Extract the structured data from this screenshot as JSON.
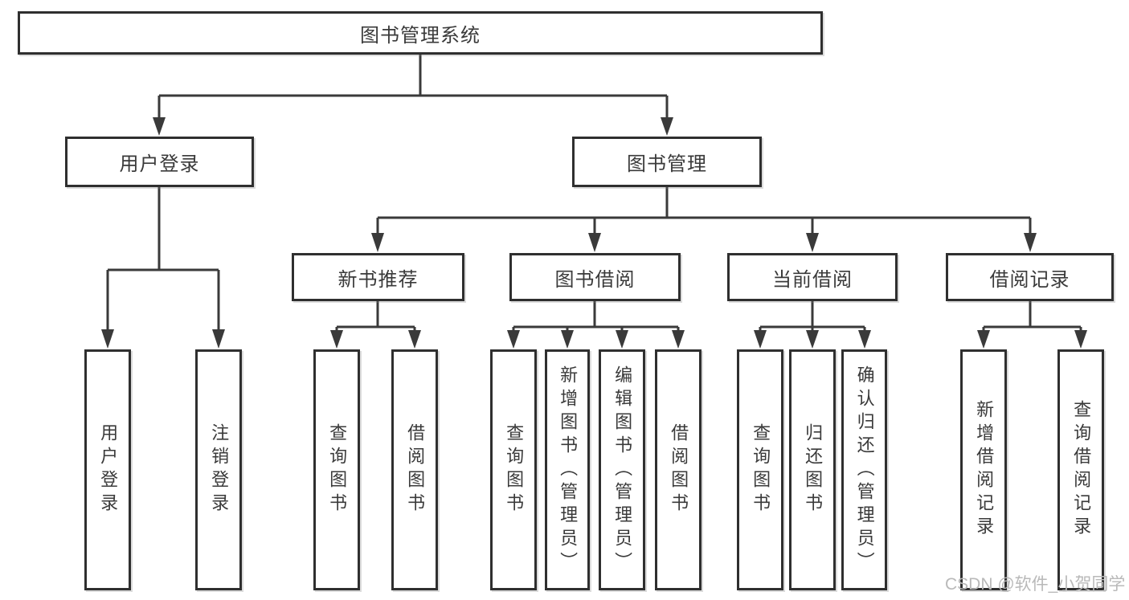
{
  "colors": {
    "line": "#3a3a3a",
    "box_border": "#2f2f2f",
    "text": "#3a3a3a",
    "watermark": "#b9b9b9",
    "background": "#ffffff"
  },
  "watermark": {
    "text": "CSDN @软件_小贺同学"
  },
  "tree": {
    "root": {
      "label": "图书管理系统"
    },
    "branches": [
      {
        "label": "用户登录",
        "children": [
          {
            "label": "用户登录"
          },
          {
            "label": "注销登录"
          }
        ]
      },
      {
        "label": "图书管理",
        "children": [
          {
            "label": "新书推荐",
            "children": [
              {
                "label": "查询图书"
              },
              {
                "label": "借阅图书"
              }
            ]
          },
          {
            "label": "图书借阅",
            "children": [
              {
                "label": "查询图书"
              },
              {
                "label": "新增图书（管理员）"
              },
              {
                "label": "编辑图书（管理员）"
              },
              {
                "label": "借阅图书"
              }
            ]
          },
          {
            "label": "当前借阅",
            "children": [
              {
                "label": "查询图书"
              },
              {
                "label": "归还图书"
              },
              {
                "label": "确认归还（管理员）"
              }
            ]
          },
          {
            "label": "借阅记录",
            "children": [
              {
                "label": "新增借阅记录"
              },
              {
                "label": "查询借阅记录"
              }
            ]
          }
        ]
      }
    ]
  }
}
